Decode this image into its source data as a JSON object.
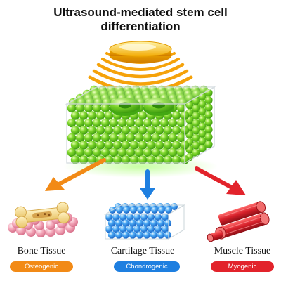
{
  "title": {
    "line1": "Ultrasound-mediated stem cell",
    "line2": "differentiation"
  },
  "source": {
    "icon": "ultrasound-transducer-icon"
  },
  "center": {
    "icon": "stem-cell-scaffold-icon"
  },
  "outcomes": [
    {
      "label": "Bone Tissue",
      "badge": "Osteogenic",
      "color": "#f28a16",
      "icon": "bone-tissue-icon"
    },
    {
      "label": "Cartilage Tissue",
      "badge": "Chondrogenic",
      "color": "#1e7fe0",
      "icon": "cartilage-cube-icon"
    },
    {
      "label": "Muscle Tissue",
      "badge": "Myogenic",
      "color": "#e2232b",
      "icon": "muscle-fiber-icon"
    }
  ],
  "colors": {
    "wave": "#f5a20a",
    "cell_green": "#6fd12a",
    "cartilage_blue": "#49a9f2",
    "arrow_orange": "#f28a16",
    "arrow_blue": "#1e7fe0",
    "arrow_red": "#e2232b"
  }
}
